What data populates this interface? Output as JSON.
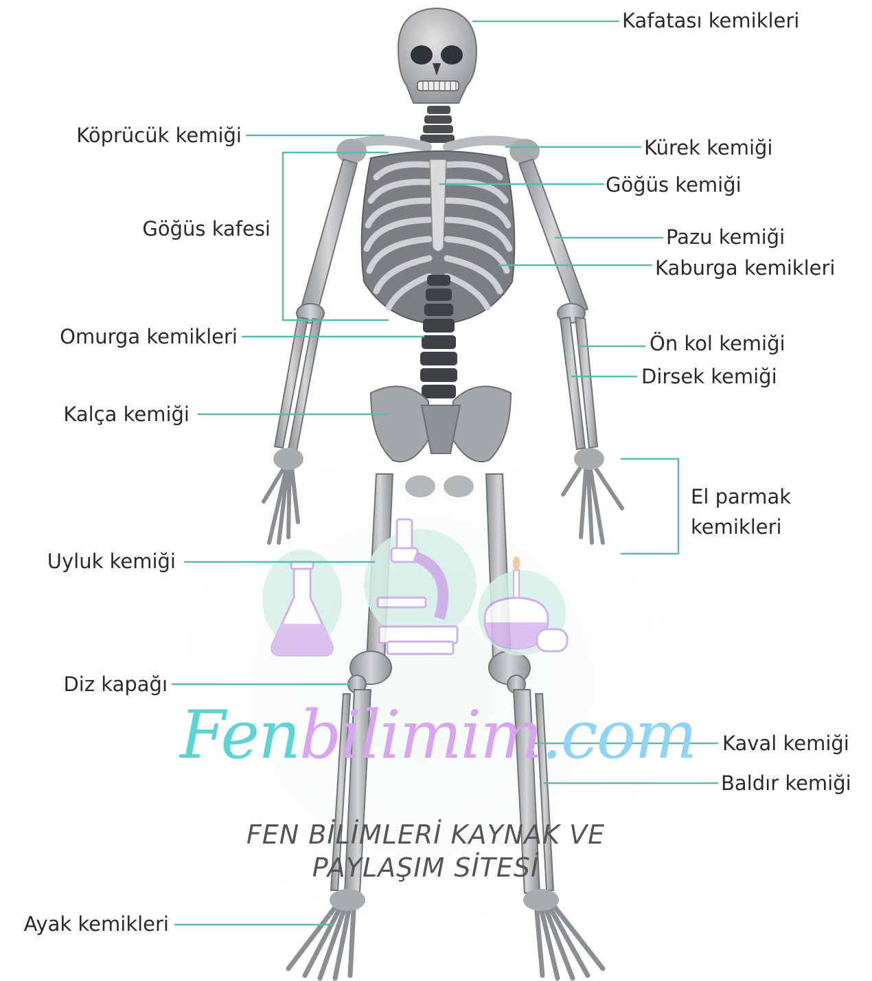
{
  "labels": {
    "skull": "Kafatası kemikleri",
    "clavicle": "Köprücük kemiği",
    "scapula": "Kürek kemiği",
    "sternum": "Göğüs kemiği",
    "ribcage": "Göğüs kafesi",
    "humerus": "Pazu kemiği",
    "ribs": "Kaburga kemikleri",
    "spine": "Omurga kemikleri",
    "radius": "Ön kol kemiği",
    "ulna": "Dirsek kemiği",
    "hip": "Kalça kemiği",
    "fingers_line1": "El parmak",
    "fingers_line2": "kemikleri",
    "femur": "Uyluk kemiği",
    "patella": "Diz kapağı",
    "tibia": "Kaval kemiği",
    "fibula": "Baldır kemiği",
    "foot": "Ayak kemikleri"
  },
  "watermark": {
    "brand_part1": "Fen",
    "brand_part2": "bilimim",
    "brand_part3": ".com",
    "subtitle_line1": "FEN BİLİMLERİ KAYNAK VE",
    "subtitle_line2": "PAYLAŞIM SİTESİ",
    "icons": [
      "flask-icon",
      "microscope-icon",
      "alcohol-burner-icon"
    ]
  },
  "colors": {
    "leader_line": "#5fb8a8",
    "bone_light": "#c9cbcd",
    "bone_mid": "#9a9ea2",
    "bone_dark": "#5d6166",
    "spine_dark": "#3e4247",
    "brand_cyan": "#5ed3d6",
    "brand_purple": "#d8a6f0",
    "brand_blue": "#8fd3f5"
  }
}
